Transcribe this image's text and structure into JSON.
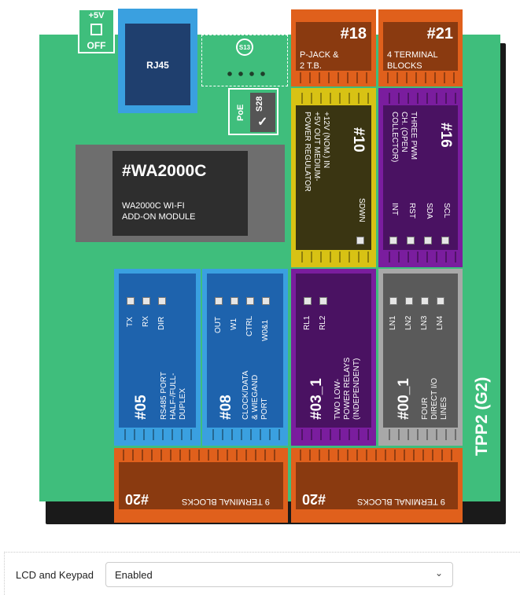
{
  "board": {
    "name": "TPP2 (G2)",
    "power": {
      "top": "+5V",
      "bottom": "OFF"
    },
    "rj45": "RJ45",
    "s13": "S13",
    "poe": {
      "label": "PoE",
      "switch": "S28"
    },
    "wifi": {
      "number": "#WA2000C",
      "desc_line1": "WA2000C WI-FI",
      "desc_line2": "ADD-ON MODULE"
    },
    "slot18": {
      "number": "#18",
      "line1": "P-JACK &",
      "line2": "2 T.B."
    },
    "slot21": {
      "number": "#21",
      "line1": "4 TERMINAL",
      "line2": "BLOCKS"
    },
    "slot10": {
      "number": "#10",
      "line1": "+12V (NOM.) IN",
      "line2": "+5V OUT MEDIUM-",
      "line3": "POWER REGULATOR",
      "pin": "SDWN"
    },
    "slot16": {
      "number": "#16",
      "line1": "THREE PWM",
      "line2": "CH. (OPEN",
      "line3": "COLLECTOR)",
      "pins": [
        "INT",
        "RST",
        "SDA",
        "SCL"
      ]
    },
    "slot05": {
      "number": "#05",
      "line1": "RS485 PORT",
      "line2": "HALF-/FULL-",
      "line3": "DUPLEX",
      "pins": [
        "TX",
        "RX",
        "DIR"
      ]
    },
    "slot08": {
      "number": "#08",
      "line1": "CLOCK/DATA",
      "line2": "& WIEGAND",
      "line3": "PORT",
      "pins": [
        "OUT",
        "W1",
        "CTRL",
        "W0&1"
      ]
    },
    "slot03": {
      "number": "#03_1",
      "line1": "TWO LOW-",
      "line2": "POWER RELAYS",
      "line3": "(INDEPENDENT)",
      "pins": [
        "RL1",
        "RL2"
      ]
    },
    "slot00": {
      "number": "#00_1",
      "line1": "FOUR",
      "line2": "DIRECT I/O",
      "line3": "LINES",
      "pins": [
        "LN1",
        "LN2",
        "LN3",
        "LN4"
      ]
    },
    "slot20a": {
      "number": "#20",
      "desc": "9 TERMINAL BLOCKS"
    },
    "slot20b": {
      "number": "#20",
      "desc": "9 TERMINAL BLOCKS"
    }
  },
  "settings": {
    "lcd_label": "LCD and Keypad",
    "lcd_value": "Enabled"
  },
  "colors": {
    "board": "#3fbe7c",
    "orange": "#e0601c",
    "brown": "#8a3a10",
    "blue": "#1e63ad",
    "purple": "#7a1d9e",
    "yellow": "#d8c214",
    "gray": "#8a8a8a"
  }
}
